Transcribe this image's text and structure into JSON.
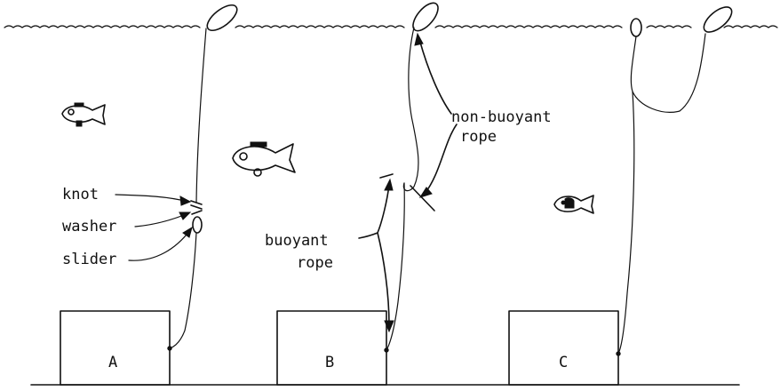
{
  "panels": [
    {
      "id": "A",
      "label": "A"
    },
    {
      "id": "B",
      "label": "B"
    },
    {
      "id": "C",
      "label": "C"
    }
  ],
  "labels": {
    "knot": "knot",
    "washer": "washer",
    "slider": "slider",
    "non_buoyant_line1": "non-buoyant",
    "non_buoyant_line2": "rope",
    "buoyant_line1": "buoyant",
    "buoyant_line2": "rope"
  },
  "colors": {
    "ink": "#111111",
    "background": "#ffffff"
  }
}
